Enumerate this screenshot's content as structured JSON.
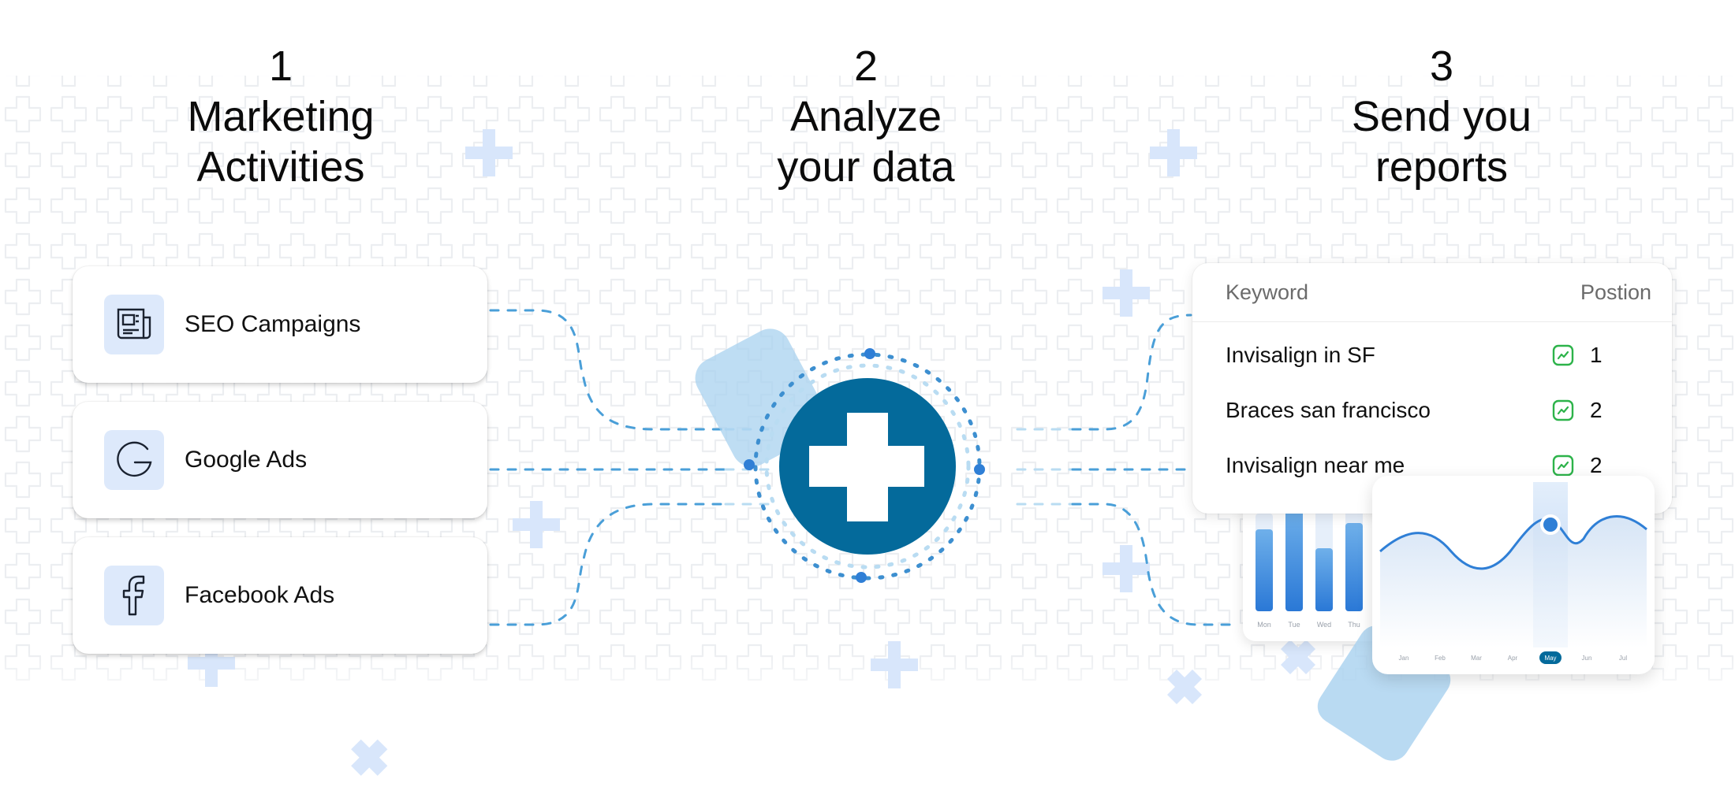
{
  "steps": [
    {
      "number": "1",
      "title_line1": "Marketing",
      "title_line2": "Activities"
    },
    {
      "number": "2",
      "title_line1": "Analyze",
      "title_line2": "your data"
    },
    {
      "number": "3",
      "title_line1": "Send you",
      "title_line2": "reports"
    }
  ],
  "activities": [
    {
      "label": "SEO Campaigns",
      "icon": "newspaper-icon"
    },
    {
      "label": "Google Ads",
      "icon": "google-icon"
    },
    {
      "label": "Facebook Ads",
      "icon": "facebook-icon"
    }
  ],
  "report": {
    "header_keyword": "Keyword",
    "header_position": "Postion",
    "rows": [
      {
        "keyword": "Invisalign in SF",
        "position": "1",
        "icon": "trend-up-icon"
      },
      {
        "keyword": "Braces san francisco",
        "position": "2",
        "icon": "trend-up-icon"
      },
      {
        "keyword": "Invisalign near me",
        "position": "2",
        "icon": "trend-up-icon"
      }
    ]
  },
  "bar_chart": {
    "days": [
      "Mon",
      "Tue",
      "Wed",
      "Thu"
    ]
  },
  "line_chart": {
    "months": [
      "Jan",
      "Feb",
      "Mar",
      "Apr",
      "May",
      "Jun",
      "Jul"
    ],
    "highlighted_month": "May"
  },
  "colors": {
    "brand": "#046a9b",
    "accent": "#2f7fd6",
    "icon_bg": "#dde9fb",
    "trend_green": "#2db34a",
    "decor_light": "#d8e6fb",
    "tile_blue": "#a8d1ef"
  },
  "center_icon": "medical-cross-icon"
}
